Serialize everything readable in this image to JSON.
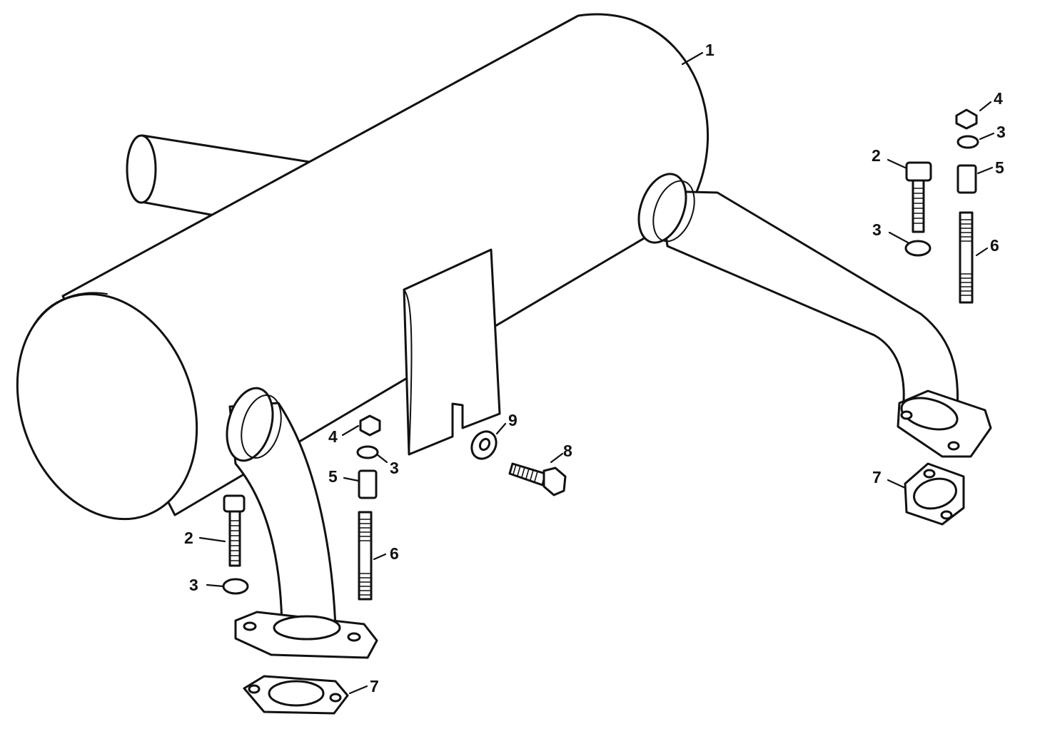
{
  "diagram": {
    "callouts": {
      "muffler": "1",
      "cap_screw_right": "2",
      "cap_screw_left": "2",
      "lock_washer_top_right": "3",
      "lock_washer_right": "3",
      "lock_washer_center": "3",
      "lock_washer_left": "3",
      "nut_right": "4",
      "nut_center": "4",
      "spacer_right": "5",
      "spacer_center": "5",
      "stud_right": "6",
      "stud_center": "6",
      "gasket_right": "7",
      "gasket_left": "7",
      "bolt": "8",
      "flat_washer": "9"
    }
  }
}
